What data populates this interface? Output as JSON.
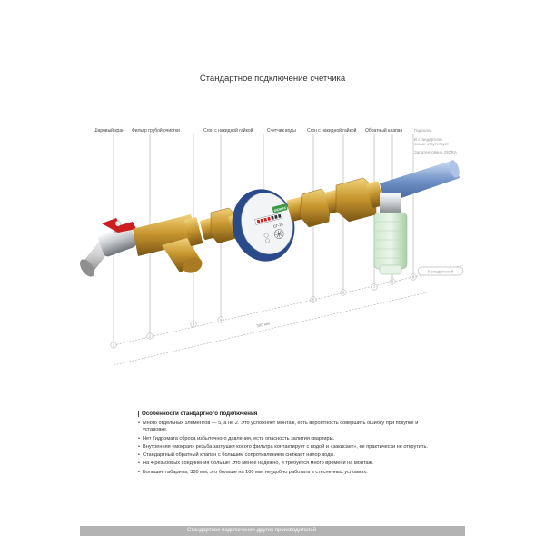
{
  "page_title": "Стандартное подключение счетчика",
  "labels": {
    "ball_valve": "Шаровый кран",
    "coarse_filter": "Фильтр грубой очистки",
    "union_left": "Сгон с накидной гайкой",
    "meter": "Счетчик воды",
    "union_right": "Сгон с накидной гайкой",
    "check_valve": "Обратный клапан",
    "hydrolock": "Гидролок",
    "note_1": "В стандартной",
    "note_2": "схеме отсутствует",
    "note_3": "Запатентовано GIDRA"
  },
  "meter": {
    "brand": "GIDRAX",
    "model": "СГ-15"
  },
  "connections_tag": "9 соединений",
  "dimension": "380 мм",
  "features": {
    "title": "Особенности стандартного подключения",
    "items": [
      "Много отдельных элементов — 5, а не 2. Это усложняет монтаж, есть вероятность совершить ошибку при покупке и установке.",
      "Нет Гидромата сброса избыточного давления, есть опасность залития квартиры.",
      "Внутренняя «мокрая» резьба заглушки косого фильтра контактирует с водой и «закисает», ее практически не открутить.",
      "Стандартный обратный клапан с большим сопротивлением снижает напор воды.",
      "На 4 резьбовых соединения больше! Это менее надежно, и требуется много времени на монтаж.",
      "Большие габариты, 380 мм, это больше на 100 мм, неудобно работать в стесненных условиях."
    ]
  },
  "footer": "Стандартное подключение других производителей",
  "colors": {
    "brass": "#c8972f",
    "pipe_blue": "#6d8fc4",
    "meter_blue": "#2b4a8a",
    "handle_red": "#cc1e1e",
    "footer_bar": "#b3b3b3"
  }
}
